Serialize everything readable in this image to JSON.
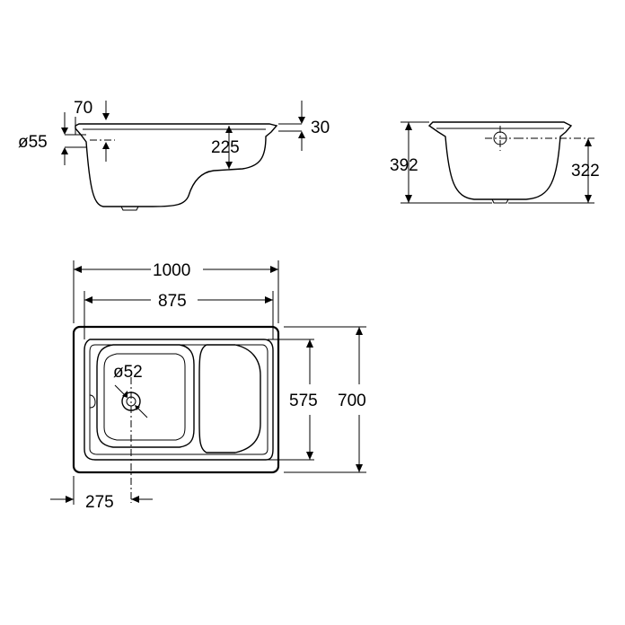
{
  "dimensions": {
    "side_rim_width": "70",
    "side_outlet_diameter": "ø55",
    "side_seat_height": "225",
    "side_rim_thickness": "30",
    "end_total_height": "392",
    "end_inner_height": "322",
    "top_length": "1000",
    "top_inner_length": "875",
    "top_drain_diameter": "ø52",
    "top_inner_width": "575",
    "top_width": "700",
    "top_drain_offset": "275"
  }
}
